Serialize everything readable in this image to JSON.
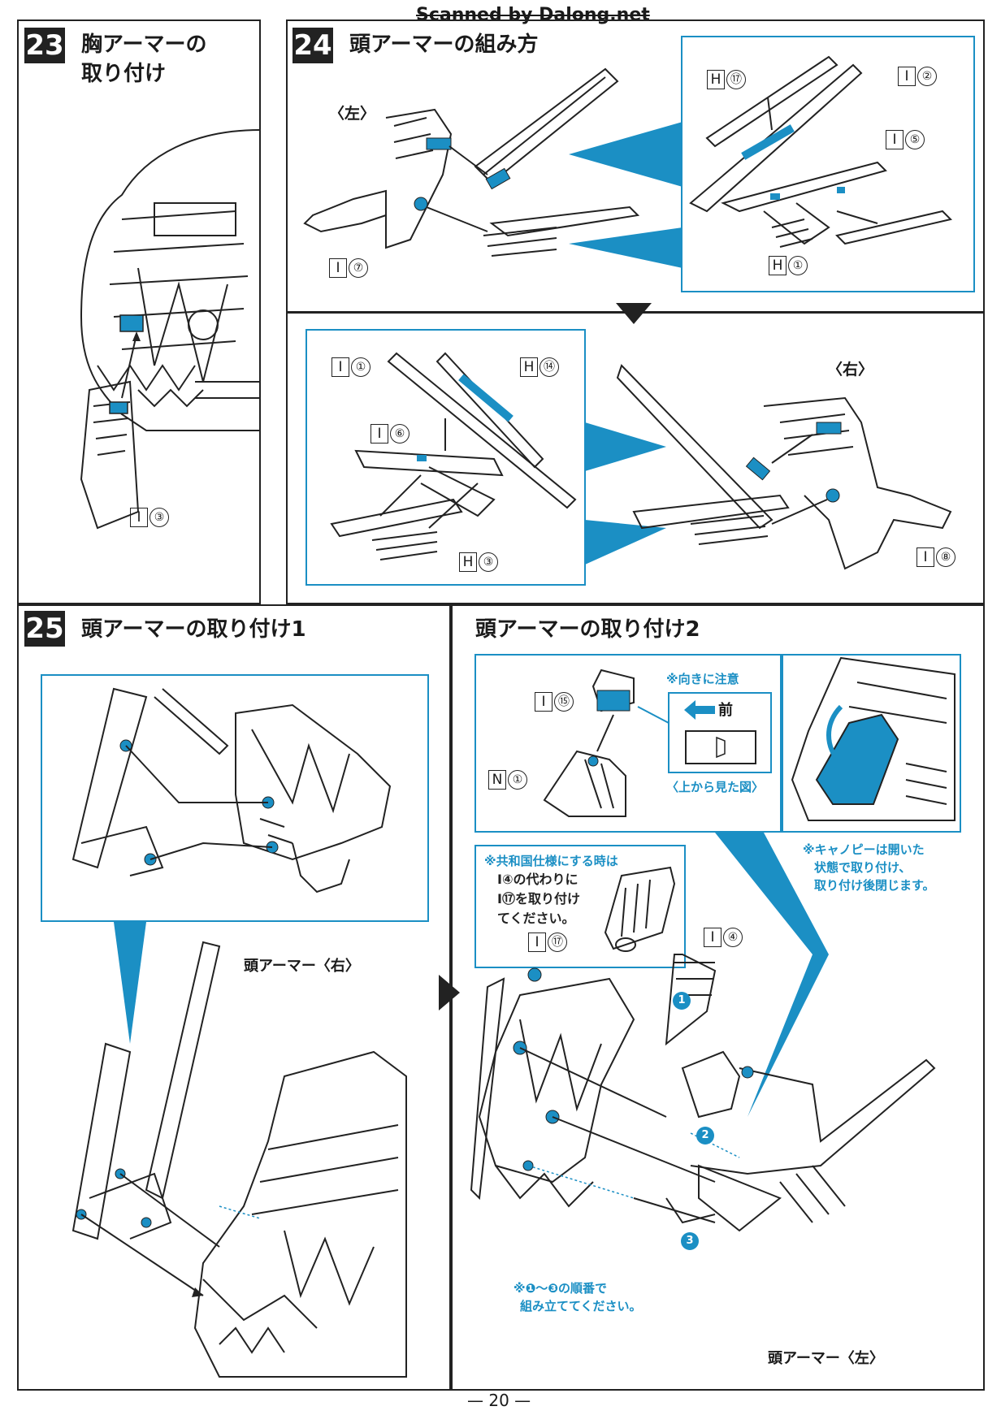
{
  "header": {
    "scan_credit": "Scanned by Dalong.net"
  },
  "step23": {
    "number": "23",
    "title_line1": "胸アーマーの",
    "title_line2": "取り付け",
    "part": {
      "letter": "I",
      "num": "③"
    }
  },
  "step24": {
    "number": "24",
    "title": "頭アーマーの組み方",
    "left_label": "〈左〉",
    "right_label": "〈右〉",
    "parts_left": [
      {
        "letter": "I",
        "num": "⑦"
      }
    ],
    "parts_left_detail": [
      {
        "letter": "H",
        "num": "⑰"
      },
      {
        "letter": "I",
        "num": "②"
      },
      {
        "letter": "I",
        "num": "⑤"
      },
      {
        "letter": "H",
        "num": "①"
      }
    ],
    "parts_right_detail": [
      {
        "letter": "I",
        "num": "①"
      },
      {
        "letter": "H",
        "num": "⑭"
      },
      {
        "letter": "I",
        "num": "⑥"
      },
      {
        "letter": "H",
        "num": "③"
      }
    ],
    "parts_right": [
      {
        "letter": "I",
        "num": "⑧"
      }
    ]
  },
  "step25": {
    "number": "25",
    "title": "頭アーマーの取り付け1",
    "armor_right_label": "頭アーマー〈右〉"
  },
  "step25b": {
    "title": "頭アーマーの取り付け2",
    "orientation_note": "※向きに注意",
    "front_label": "前",
    "top_view_label": "〈上から見た図〉",
    "part_i15": {
      "letter": "I",
      "num": "⑮"
    },
    "part_n1": {
      "letter": "N",
      "num": "①"
    },
    "canopy_note": [
      "※キャノピーは開いた",
      "状態で取り付け、",
      "取り付け後閉じます。"
    ],
    "republic_note": [
      "※共和国仕様にする時は",
      "I④の代わりに",
      "I⑰を取り付け",
      "てください。"
    ],
    "part_i17": {
      "letter": "I",
      "num": "⑰"
    },
    "part_i4": {
      "letter": "I",
      "num": "④"
    },
    "order_note": [
      "※❶〜❸の順番で",
      "組み立ててください。"
    ],
    "steps": [
      "1",
      "2",
      "3"
    ],
    "armor_left_label": "頭アーマー〈左〉"
  },
  "footer": {
    "page_number": "— 20 —"
  },
  "colors": {
    "accent": "#1b8fc4",
    "ink": "#222222"
  }
}
